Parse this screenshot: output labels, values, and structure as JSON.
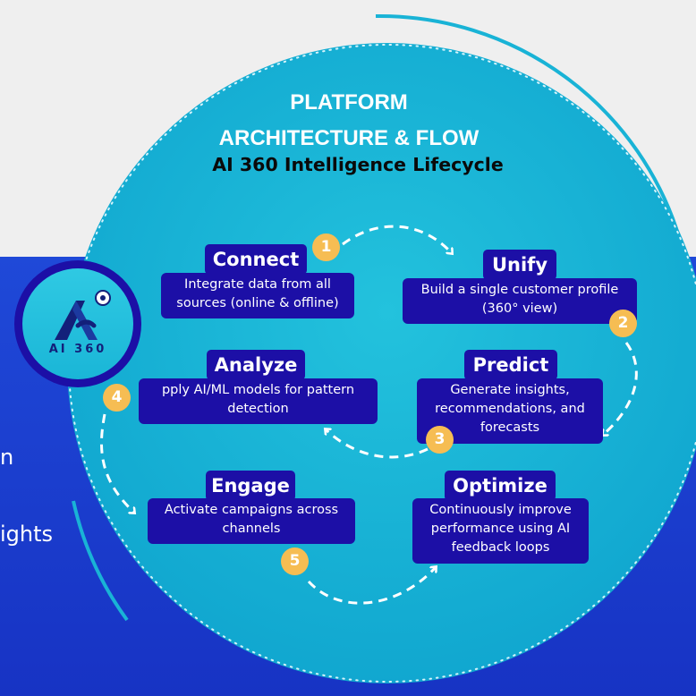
{
  "header": {
    "title_line1": "PLATFORM",
    "title_line2": "ARCHITECTURE & FLOW",
    "subtitle": "AI 360 Intelligence Lifecycle"
  },
  "logo": {
    "text": "AI 360"
  },
  "side_text": {
    "line1": "n",
    "line2": "ights"
  },
  "steps": [
    {
      "number": "1",
      "title": "Connect",
      "description": "Integrate data from all\nsources (online & offline)"
    },
    {
      "number": "2",
      "title": "Unify",
      "description": "Build a single customer profile\n(360° view)"
    },
    {
      "number": "3",
      "title": "Predict",
      "description": "Generate insights,\nrecommendations, and\nforecasts"
    },
    {
      "number": "4",
      "title": "Analyze",
      "description": "pply AI/ML models for pattern\ndetection"
    },
    {
      "number": "5",
      "title": "Engage",
      "description": "Activate campaigns across\nchannels"
    },
    {
      "title": "Optimize",
      "description": "Continuously improve\nperformance using AI\nfeedback loops"
    }
  ],
  "colors": {
    "background": "#efefef",
    "band": "#1f49d8",
    "circle": "#1ab6d7",
    "box": "#1c0fa6",
    "badge": "#f6bd53"
  }
}
